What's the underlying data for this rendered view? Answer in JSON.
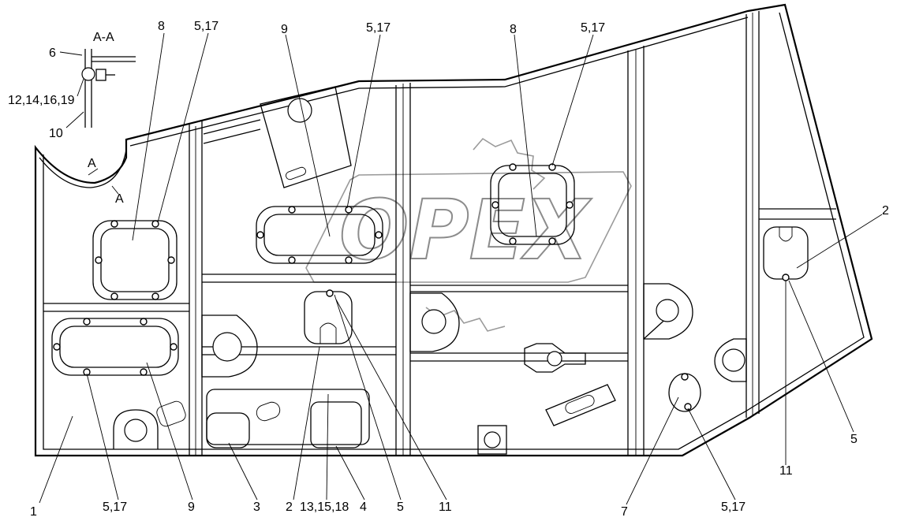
{
  "drawing": {
    "section_title": "A-A",
    "section_marks": [
      "A",
      "A"
    ],
    "watermark_text": "OPEX"
  },
  "callouts": [
    {
      "id": "c6",
      "text": "6"
    },
    {
      "id": "c12",
      "text": "12,14,16,19"
    },
    {
      "id": "c10",
      "text": "10"
    },
    {
      "id": "c8a",
      "text": "8"
    },
    {
      "id": "c517a",
      "text": "5,17"
    },
    {
      "id": "c9a",
      "text": "9"
    },
    {
      "id": "c517b",
      "text": "5,17"
    },
    {
      "id": "c8b",
      "text": "8"
    },
    {
      "id": "c517c",
      "text": "5,17"
    },
    {
      "id": "c2a",
      "text": "2"
    },
    {
      "id": "c5a",
      "text": "5"
    },
    {
      "id": "c11a",
      "text": "11"
    },
    {
      "id": "c1",
      "text": "1"
    },
    {
      "id": "c517d",
      "text": "5,17"
    },
    {
      "id": "c9b",
      "text": "9"
    },
    {
      "id": "c3",
      "text": "3"
    },
    {
      "id": "c2b",
      "text": "2"
    },
    {
      "id": "c13",
      "text": "13,15,18"
    },
    {
      "id": "c4",
      "text": "4"
    },
    {
      "id": "c5b",
      "text": "5"
    },
    {
      "id": "c11b",
      "text": "11"
    },
    {
      "id": "c7",
      "text": "7"
    },
    {
      "id": "c517e",
      "text": "5,17"
    }
  ]
}
